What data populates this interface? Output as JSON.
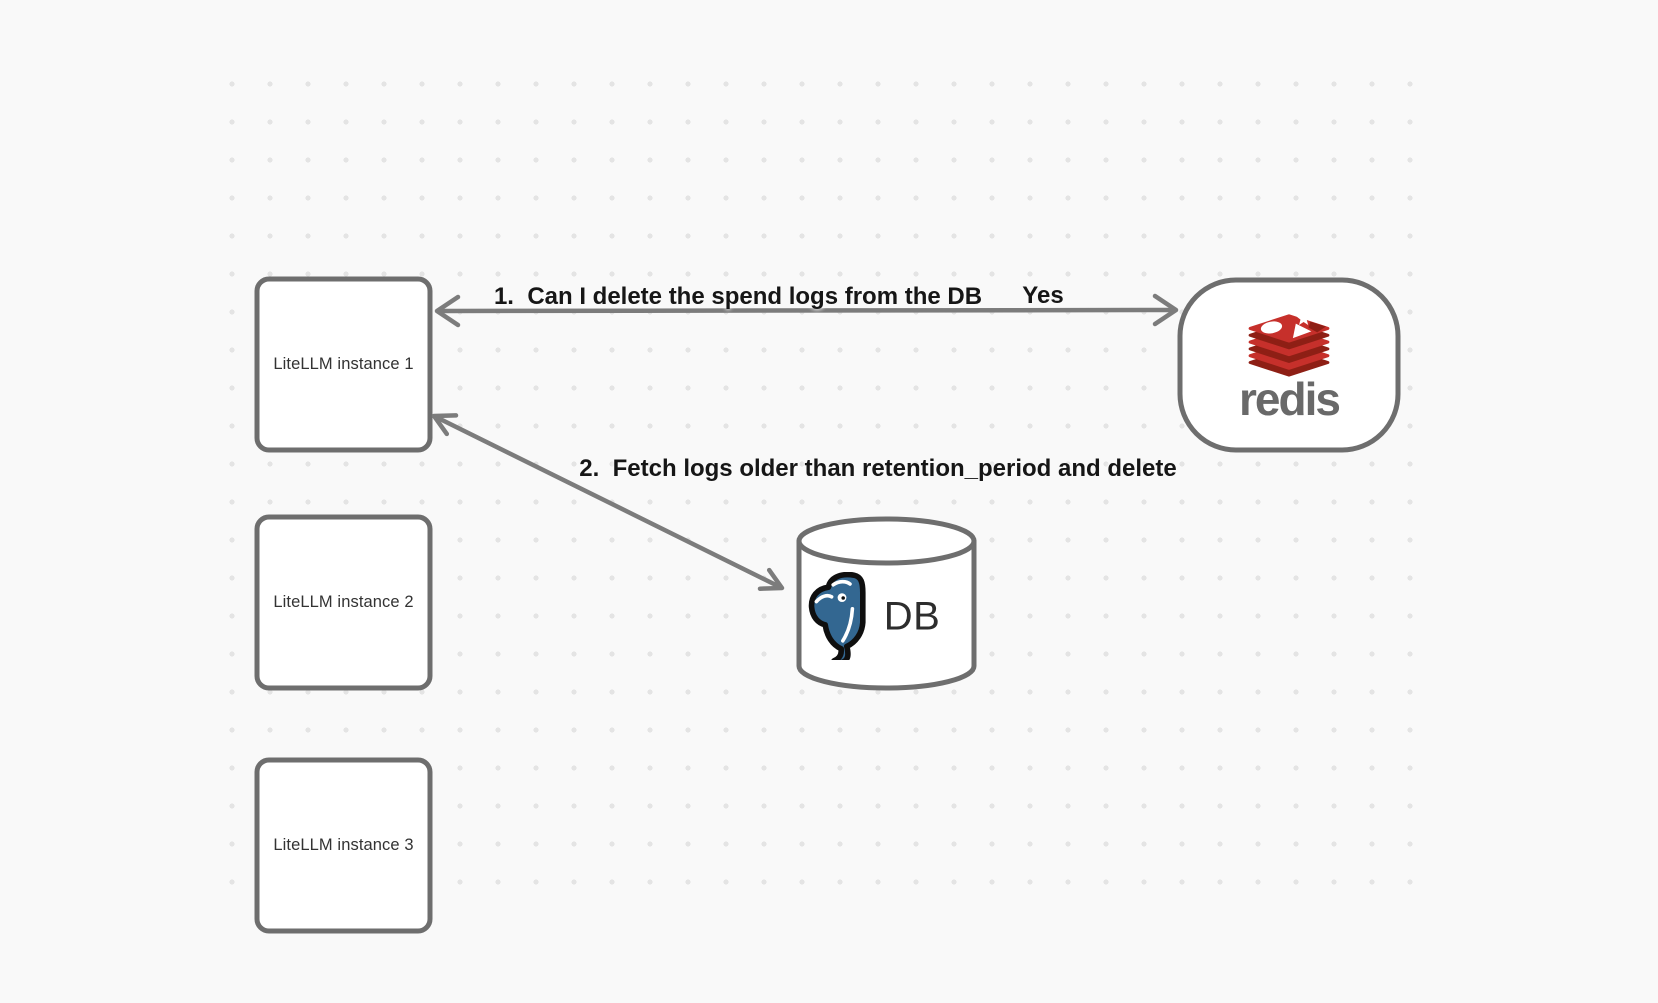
{
  "canvas": {
    "background_color": "#f9f9f9",
    "dot_color": "#e4e4e4",
    "shape_stroke_color": "#6e6e6e",
    "arrow_stroke_color": "#7c7c7c",
    "label_text_color": "#161616"
  },
  "nodes": {
    "instance1": {
      "label": "LiteLLM instance 1"
    },
    "instance2": {
      "label": "LiteLLM instance 2"
    },
    "instance3": {
      "label": "LiteLLM instance 3"
    },
    "redis": {
      "wordmark": "redis",
      "icon": "redis-stack-icon",
      "brand_red": "#C6302B",
      "brand_red_dark": "#8E1F15",
      "wordmark_color": "#696969"
    },
    "db": {
      "label": "DB",
      "icon": "postgresql-elephant-icon",
      "postgres_blue": "#336791"
    }
  },
  "arrows": {
    "arrow1": {
      "label": "1.  Can I delete the spend logs from the DB",
      "answer": "Yes",
      "from": "redis",
      "to": "instance1",
      "heads": "both"
    },
    "arrow2": {
      "label": "2.  Fetch logs older than retention_period and delete",
      "from": "instance1",
      "to": "db",
      "heads": "both"
    }
  }
}
